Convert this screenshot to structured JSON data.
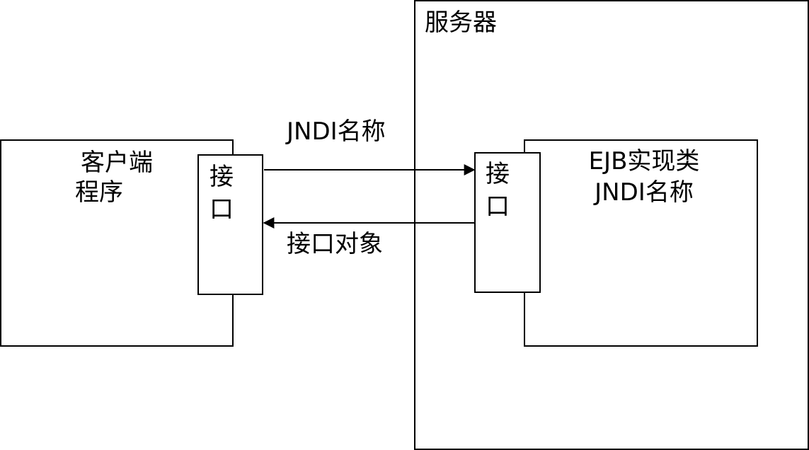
{
  "server": {
    "label": "服务器"
  },
  "client": {
    "line1": "客户端",
    "line2": "程序"
  },
  "client_interface": {
    "line1": "接",
    "line2": "口"
  },
  "server_interface": {
    "line1": "接",
    "line2": "口"
  },
  "ejb_impl": {
    "line1": "EJB实现类",
    "line2": "JNDI名称"
  },
  "arrows": {
    "request_label": "JNDI名称",
    "response_label": "接口对象"
  }
}
